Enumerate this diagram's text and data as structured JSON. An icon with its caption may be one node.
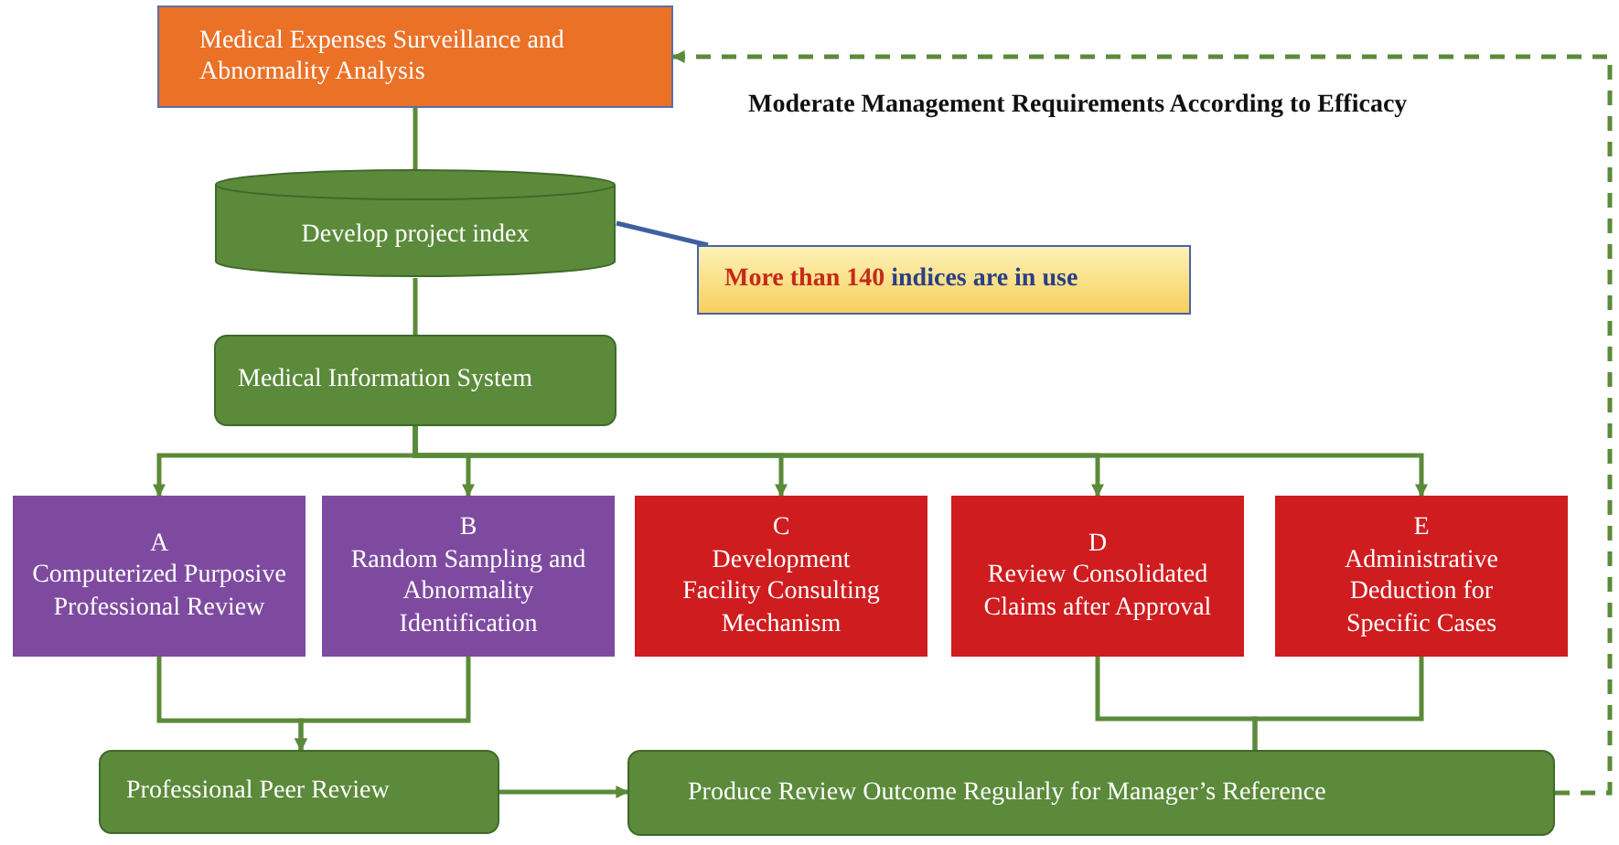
{
  "diagram": {
    "nodes": [
      {
        "text": [
          "Medical Expenses Surveillance and Abnormality Analysis"
        ]
      },
      {
        "text": [
          "Develop project index"
        ]
      },
      {
        "text": [
          "More than 140",
          "indices are in use"
        ]
      },
      {
        "text": [
          "Medical Information System"
        ]
      },
      {
        "text": [
          "A",
          "Computerized Purposive Professional Review"
        ]
      },
      {
        "text": [
          "B",
          "Random Sampling and Abnormality Identification"
        ]
      },
      {
        "text": [
          "C",
          "Development Facility Consulting Mechanism"
        ]
      },
      {
        "text": [
          "D",
          "Review  Consolidated Claims after Approval"
        ]
      },
      {
        "text": [
          "E",
          "Administrative Deduction for Specific Cases"
        ]
      },
      {
        "text": [
          "Professional Peer Review"
        ]
      },
      {
        "text": [
          "Produce Review Outcome Regularly for Manager’s Reference"
        ]
      }
    ],
    "edges": [
      {
        "from": 0,
        "to": 1,
        "arrow": "none"
      },
      {
        "from": 1,
        "to": 3,
        "arrow": "none"
      },
      {
        "from": 2,
        "to": 1,
        "arrow": "none",
        "color": "#3f5f9f"
      },
      {
        "from": 3,
        "to": 4,
        "arrow": "to"
      },
      {
        "from": 3,
        "to": 5,
        "arrow": "to"
      },
      {
        "from": 3,
        "to": 6,
        "arrow": "to"
      },
      {
        "from": 3,
        "to": 7,
        "arrow": "to"
      },
      {
        "from": 3,
        "to": 8,
        "arrow": "to"
      },
      {
        "from": 4,
        "to": 9,
        "arrow": "to"
      },
      {
        "from": 5,
        "to": 9,
        "arrow": "to"
      },
      {
        "from": 7,
        "to": 10,
        "arrow": "none"
      },
      {
        "from": 8,
        "to": 10,
        "arrow": "none"
      },
      {
        "from": 9,
        "to": 10,
        "arrow": "to"
      },
      {
        "from": 10,
        "to": 0,
        "arrow": "to",
        "style": "dashed",
        "label": "Moderate Management Requirements According to Efficacy"
      }
    ]
  }
}
